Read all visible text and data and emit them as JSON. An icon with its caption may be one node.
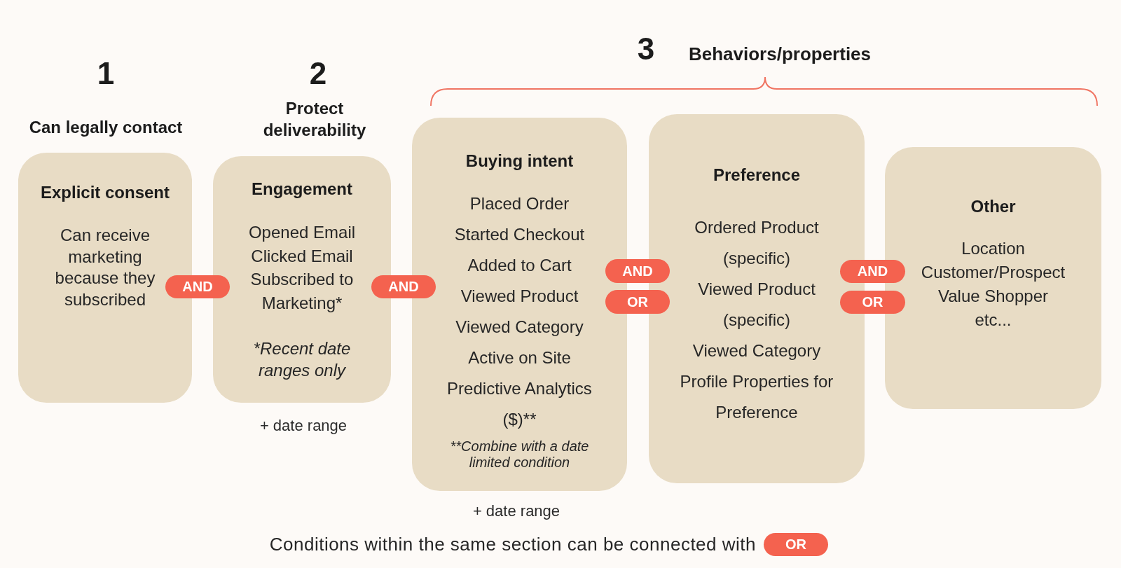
{
  "diagram": {
    "caption": "Conditions within the same section can be connected with",
    "nodes": [
      {
        "text": [
          "Explicit consent",
          "Can receive marketing because they subscribed"
        ]
      },
      {
        "text": [
          "AND"
        ]
      },
      {
        "text": [
          "Engagement",
          "Opened Email",
          "Clicked Email",
          "Subscribed to Marketing*",
          "*Recent date ranges only"
        ],
        "beside": [
          "+ date range"
        ]
      },
      {
        "text": [
          "AND"
        ]
      },
      {
        "text": [
          "Buying intent",
          "Placed Order",
          "Started Checkout",
          "Added to Cart",
          "Viewed Product",
          "Viewed Category",
          "Active on Site",
          "Predictive Analytics ($)**",
          "**Combine with a date limited condition"
        ],
        "beside": [
          "+ date range"
        ]
      },
      {
        "text": [
          "AND"
        ]
      },
      {
        "text": [
          "OR"
        ]
      },
      {
        "text": [
          "Preference",
          "Ordered Product (specific)",
          "Viewed Product (specific)",
          "Viewed Category",
          "Profile Properties for Preference"
        ]
      },
      {
        "text": [
          "AND"
        ]
      },
      {
        "text": [
          "OR"
        ]
      },
      {
        "text": [
          "Other",
          "Location",
          "Customer/Prospect",
          "Value Shopper",
          "etc..."
        ]
      },
      {
        "text": [
          "OR"
        ]
      }
    ],
    "labels": [
      "1",
      "Can legally contact",
      "2",
      "Protect deliverability",
      "3",
      "Behaviors/properties"
    ]
  }
}
